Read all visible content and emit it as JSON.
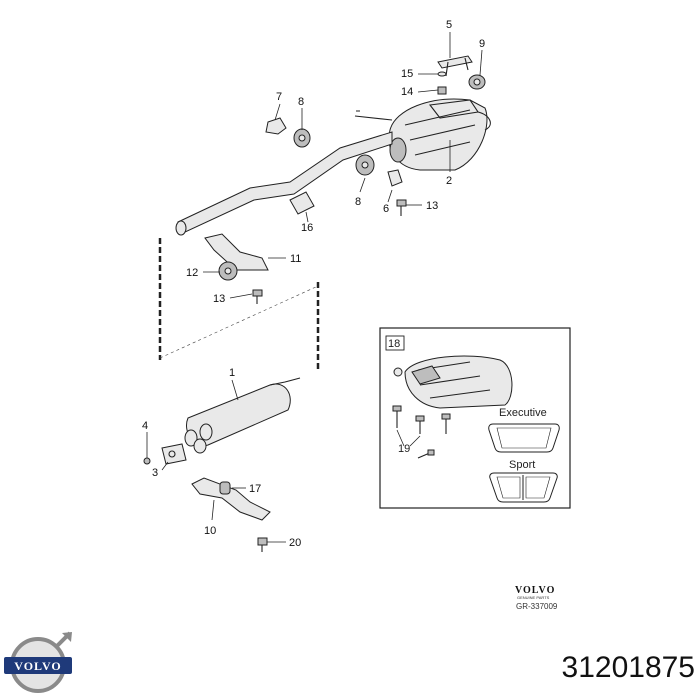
{
  "diagram": {
    "labels": {
      "l1": "1",
      "l2": "2",
      "l3": "3",
      "l4": "4",
      "l5": "5",
      "l6": "6",
      "l7": "7",
      "l8a": "8",
      "l8b": "8",
      "l9": "9",
      "l10": "10",
      "l11": "11",
      "l12": "12",
      "l13a": "13",
      "l13b": "13",
      "l14": "14",
      "l15": "15",
      "l16": "16",
      "l17": "17",
      "l18": "18",
      "l19": "19",
      "l20": "20"
    },
    "inset": {
      "executive_label": "Executive",
      "sport_label": "Sport"
    },
    "brand_mark": {
      "name": "VOLVO",
      "sub": "GENUINE PARTS",
      "drawing_ref": "GR-337009"
    },
    "logo": {
      "text": "VOLVO",
      "color": "#1f3a7a"
    },
    "part_number": "31201875"
  }
}
